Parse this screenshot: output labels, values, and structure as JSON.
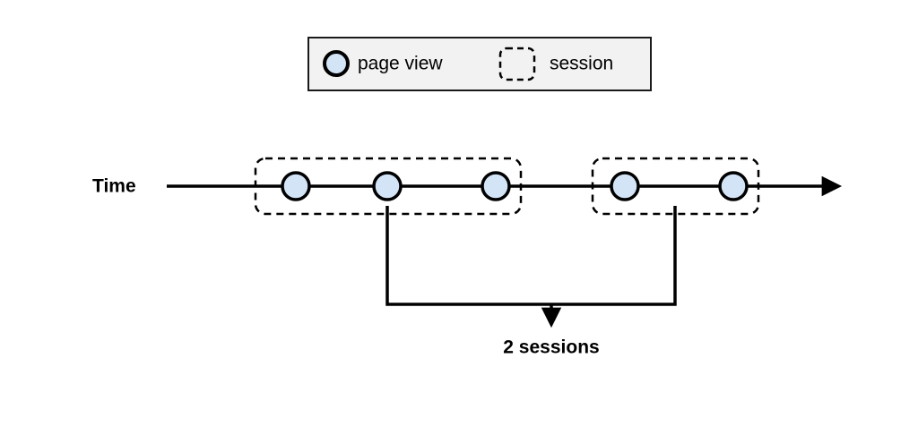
{
  "diagram": {
    "title_text": "",
    "colors": {
      "circle_fill": "#d4e4f7",
      "circle_stroke": "#000000",
      "legend_background": "#f2f2f2",
      "legend_border": "#1a1a1a",
      "line": "#000000"
    },
    "legend": {
      "items": [
        {
          "icon": "circle-icon",
          "label": "page view"
        },
        {
          "icon": "dashed-square-icon",
          "label": "session"
        }
      ]
    },
    "timeline": {
      "axis_label": "Time",
      "axis_arrow": "arrow-right",
      "page_views": [
        {
          "index": 1,
          "session": 1
        },
        {
          "index": 2,
          "session": 1
        },
        {
          "index": 3,
          "session": 1
        },
        {
          "index": 4,
          "session": 2
        },
        {
          "index": 5,
          "session": 2
        }
      ],
      "sessions": [
        {
          "index": 1,
          "page_view_count": 3
        },
        {
          "index": 2,
          "page_view_count": 2
        }
      ]
    },
    "annotation": {
      "label": "2 sessions",
      "arrow": "arrow-down"
    }
  }
}
